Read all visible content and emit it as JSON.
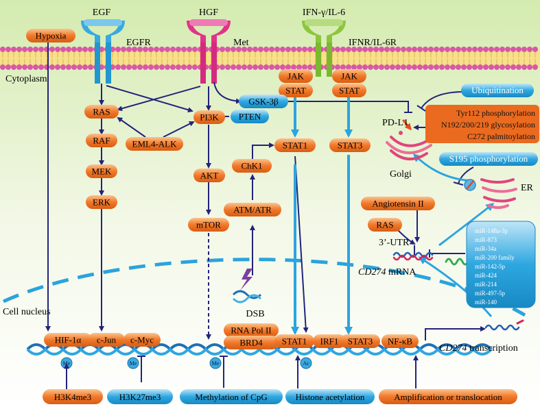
{
  "ligands": {
    "egf": "EGF",
    "hgf": "HGF",
    "ifn": "IFN-γ/IL-6"
  },
  "receptors": {
    "egfr": "EGFR",
    "met": "Met",
    "ifnr": "IFNR/IL-6R"
  },
  "regions": {
    "cytoplasm": "Cytoplasm",
    "nucleus": "Cell nucleus"
  },
  "cytoplasm_nodes": {
    "hypoxia": "Hypoxia",
    "jak1": "JAK",
    "stat_a": "STAT",
    "jak2": "JAK",
    "stat_b": "STAT",
    "ras": "RAS",
    "raf": "RAF",
    "mek": "MEK",
    "erk": "ERK",
    "eml4": "EML4-ALK",
    "pi3k": "PI3K",
    "akt": "AKT",
    "mtor": "mTOR",
    "gsk": "GSK-3β",
    "pten": "PTEN",
    "stat1": "STAT1",
    "stat3": "STAT3",
    "chk1": "ChK1",
    "atm": "ATM/ATR",
    "dsb": "DSB",
    "ubiquitination": "Ubiquitination",
    "pdl1": "PD-L1",
    "golgi": "Golgi",
    "er": "ER",
    "s195": "S195 phosphorylation",
    "angiotensin": "Angiotensin II",
    "ras2": "RAS",
    "utr": "3’-UTR",
    "mrna_gene": "CD274",
    "mrna_suffix": " mRNA"
  },
  "ptm": [
    "Tyr112 phosphorylation",
    "N192/200/219 glycosylation",
    "C272 palmitoylation"
  ],
  "mirnas": [
    "miR-148a-3p",
    "miR-873",
    "miR-34a",
    "miR-200 family",
    "miR-142-5p",
    "miR-424",
    "miR-214",
    "miR-497-5p",
    "miR-140"
  ],
  "nucleus_factors": {
    "hif": "HIF-1α",
    "cjun": "c-Jun",
    "cmyc": "c-Myc",
    "rnapol": "RNA Pol II",
    "brd4": "BRD4",
    "stat1n": "STAT1",
    "irf1": "IRF1",
    "stat3n": "STAT3",
    "nfkb": "NF-κB",
    "tx_gene": "CD274",
    "tx_suffix": " transcription"
  },
  "marks": {
    "me1": "Me",
    "me2": "Me",
    "me3": "Me",
    "ac": "Ac"
  },
  "epigenetic": {
    "h3k4": "H3K4me3",
    "h3k27": "H3K27me3",
    "cpg": "Methylation of CpG",
    "histone": "Histone acetylation",
    "amp": "Amplification or translocation"
  },
  "colors": {
    "orange": "#f47e2c",
    "blue": "#2aa3dc",
    "arrow_dark": "#23237a",
    "arrow_light": "#2ba4e0",
    "membrane_head": "#d957a8",
    "bg_top": "#d8edb5"
  }
}
